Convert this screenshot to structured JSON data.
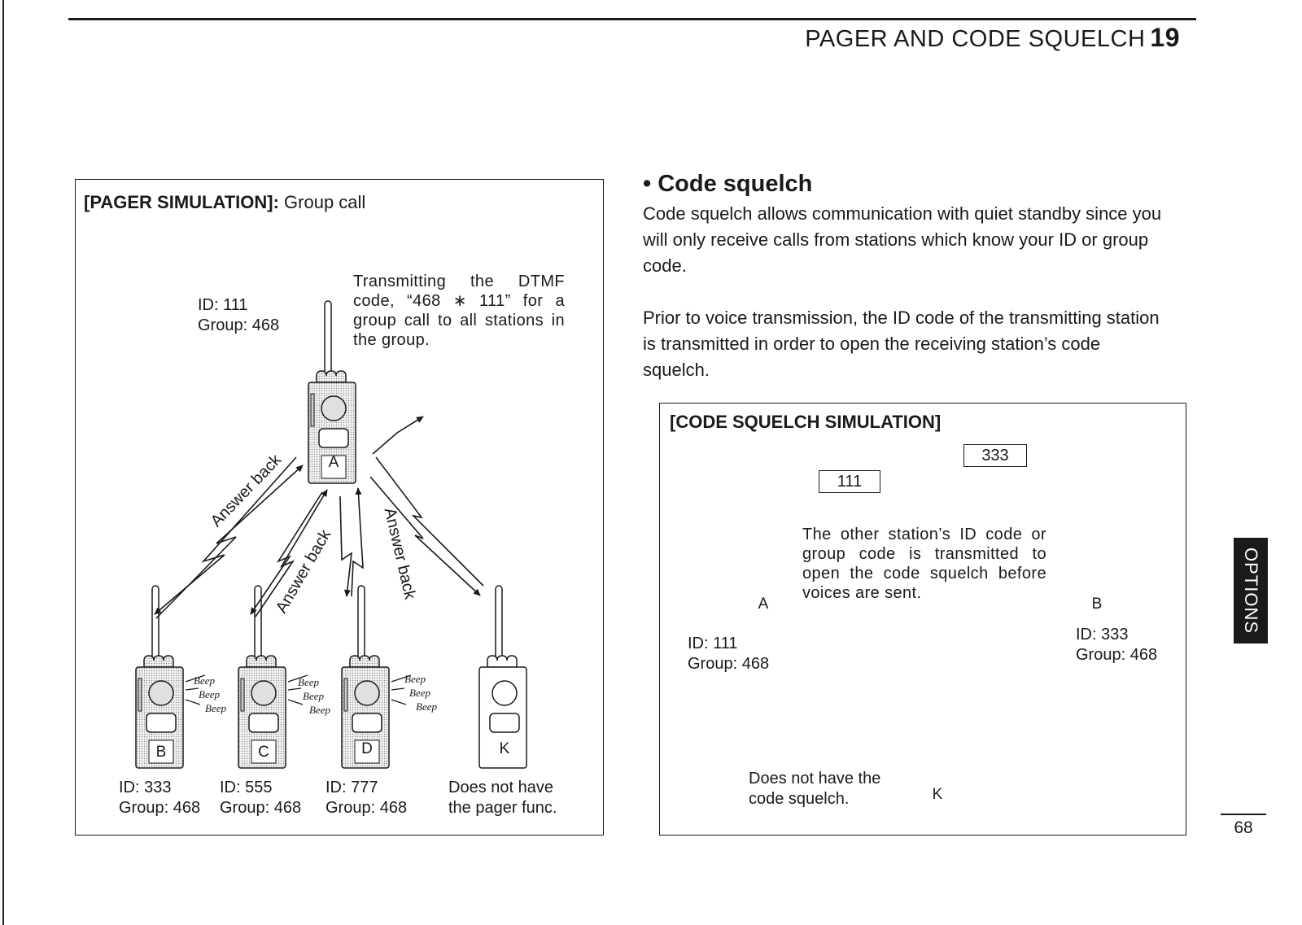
{
  "header": {
    "title": "PAGER AND CODE SQUELCH",
    "chapter": "19"
  },
  "pager": {
    "title_bold": "[PAGER SIMULATION]:",
    "title_rest": " Group call",
    "station_a": {
      "id": "ID: 111",
      "group": "Group: 468",
      "letter": "A"
    },
    "note": [
      "Transmitting the DTMF",
      "code, “468 ∗ 111” for a",
      "group call to all stations in",
      "the group."
    ],
    "answer_back": "Answer back",
    "beep": "Beep",
    "stations": [
      {
        "letter": "B",
        "id": "ID: 333",
        "group": "Group: 468"
      },
      {
        "letter": "C",
        "id": "ID: 555",
        "group": "Group: 468"
      },
      {
        "letter": "D",
        "id": "ID: 777",
        "group": "Group: 468"
      },
      {
        "letter": "K",
        "id": "Does not have",
        "group": "the pager func."
      }
    ]
  },
  "code_squelch": {
    "heading": "• Code squelch",
    "para1": "Code squelch allows communication with quiet standby since you will only receive calls from stations which know your ID or group code.",
    "para2": "Prior to voice transmission, the ID code of the transmitting station is transmitted in order to open the receiving station’s code squelch.",
    "sim_title": "[CODE SQUELCH SIMULATION]",
    "code_top": "333",
    "code_bottom": "111",
    "note": [
      "The other station’s ID code or",
      "group code is transmitted to",
      "open the code squelch before",
      "voices are sent."
    ],
    "station_a": {
      "letter": "A",
      "id": "ID: 111",
      "group": "Group: 468"
    },
    "station_b": {
      "letter": "B",
      "id": "ID: 333",
      "group": "Group: 468"
    },
    "station_k": {
      "letter": "K",
      "note1": "Does not have the",
      "note2": "code squelch."
    }
  },
  "tab_label": "OPTIONS",
  "page_number": "68"
}
